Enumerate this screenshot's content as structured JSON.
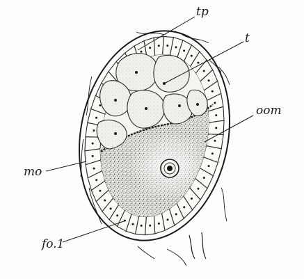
{
  "figure": {
    "labels": {
      "tp": "tp",
      "t": "t",
      "oom": "oom",
      "mo": "mo",
      "fo1": "fo.1"
    },
    "colors": {
      "ink": "#1a1a1a",
      "paper": "#fdfdfb",
      "ooplasm_stipple": "#4a4a4a"
    }
  }
}
